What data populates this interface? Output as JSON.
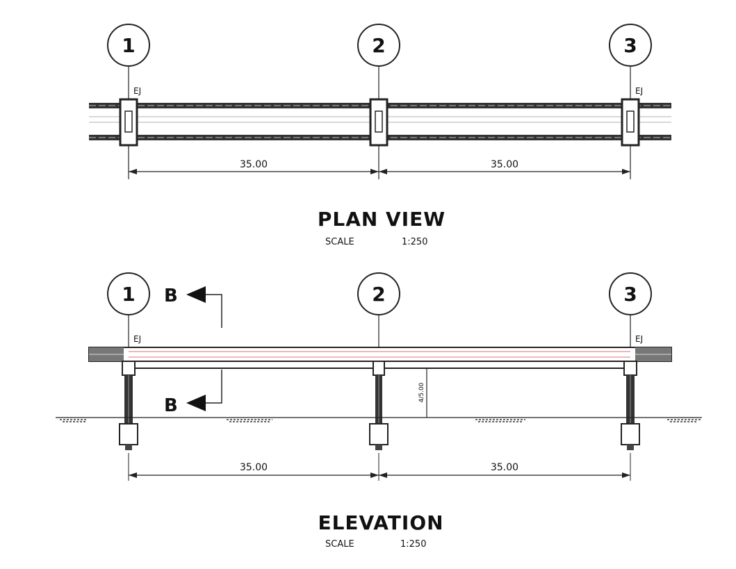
{
  "plan": {
    "grid_labels": [
      "1",
      "2",
      "3"
    ],
    "ej_left": "EJ",
    "ej_right": "EJ",
    "dims": [
      "35.00",
      "35.00"
    ],
    "title": "PLAN VIEW",
    "scale_label": "SCALE",
    "scale_value": "1:250"
  },
  "elevation": {
    "grid_labels": [
      "1",
      "2",
      "3"
    ],
    "ej_left": "EJ",
    "ej_right": "EJ",
    "section_marks": [
      "B",
      "B"
    ],
    "clearance_label": "4/5.00",
    "dims": [
      "35.00",
      "35.00"
    ],
    "title": "ELEVATION",
    "scale_label": "SCALE",
    "scale_value": "1:250"
  },
  "colors": {
    "ink": "#222222",
    "deck_red": "#e07070"
  }
}
